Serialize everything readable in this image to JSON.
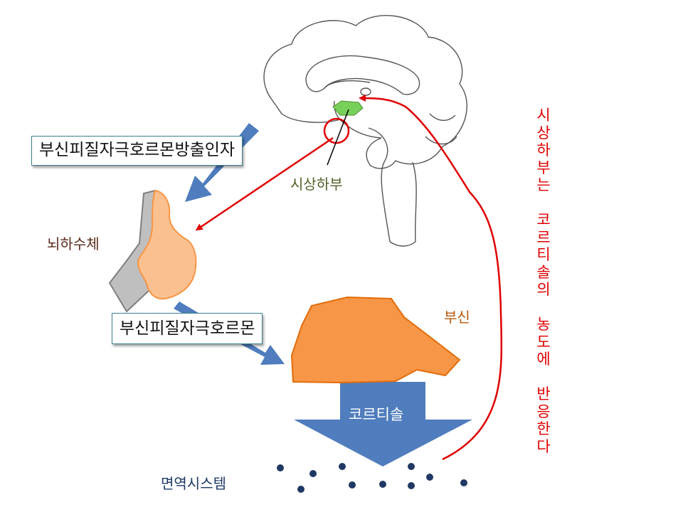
{
  "boxes": {
    "crh": "부신피질자극호르몬방출인자",
    "acth": "부신피질자극호르몬"
  },
  "labels": {
    "pituitary": "뇌하수체",
    "hypothalamus": "시상하부",
    "adrenal": "부신",
    "cortisol": "코르티솔",
    "immune_system": "면역시스템",
    "feedback": "시\n상\n하\n부\n는\n \n코\n르\n티\n솔\n의\n \n농\n도\n에\n \n반\n응\n한\n다"
  },
  "colors": {
    "arrow_blue": "#4f7dbd",
    "feedback_red": "#e00000",
    "adrenal_fill": "#f79646",
    "adrenal_stroke": "#e36c0a",
    "pituitary_fill": "#fac090",
    "pituitary_back": "#bfbfbf",
    "hypothalamus_fill": "#77d05a",
    "pituitary_text": "#5a2a1a",
    "hypothalamus_text": "#4f6228",
    "adrenal_text": "#b5560a",
    "immune_text": "#1f3864",
    "dot_color": "#1f3864"
  },
  "icons": [
    "brain-sagittal-outline",
    "pituitary-gland",
    "adrenal-gland",
    "immune-cell-dots"
  ]
}
